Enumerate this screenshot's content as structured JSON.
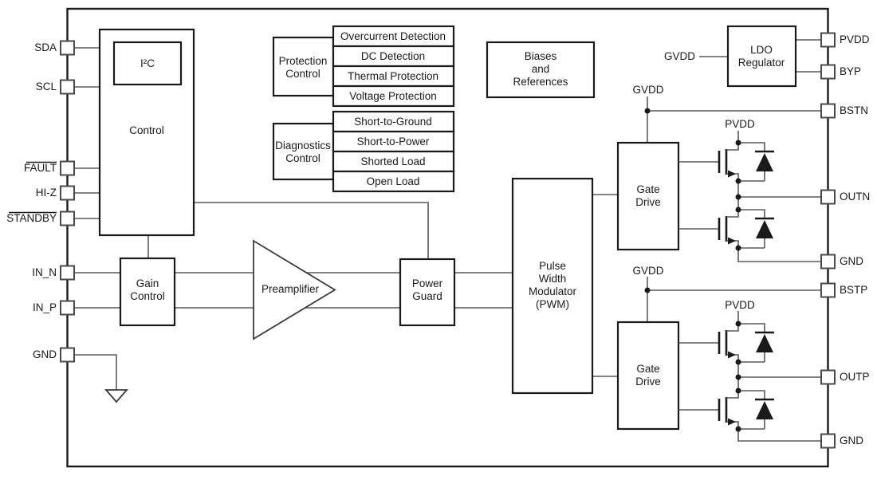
{
  "colors": {
    "background": "#ffffff",
    "wire": "#5a5a5a",
    "box_border": "#1a1a1a",
    "text": "#1a1a1a"
  },
  "pins": {
    "left": [
      {
        "label": "SDA",
        "overline": false
      },
      {
        "label": "SCL",
        "overline": false
      },
      {
        "label": "FAULT",
        "overline": true
      },
      {
        "label": "HI-Z",
        "overline": false
      },
      {
        "label": "STANDBY",
        "overline": true
      },
      {
        "label": "IN_N",
        "overline": false
      },
      {
        "label": "IN_P",
        "overline": false
      },
      {
        "label": "GND",
        "overline": false
      }
    ],
    "right": [
      {
        "label": "PVDD"
      },
      {
        "label": "BYP"
      },
      {
        "label": "BSTN"
      },
      {
        "label": "OUTN"
      },
      {
        "label": "GND"
      },
      {
        "label": "BSTP"
      },
      {
        "label": "OUTP"
      },
      {
        "label": "GND"
      }
    ]
  },
  "blocks": {
    "control": {
      "label": "Control"
    },
    "i2c": {
      "label": "I²C"
    },
    "protection_control": {
      "lines": [
        "Protection",
        "Control"
      ]
    },
    "protection_functions": [
      "Overcurrent Detection",
      "DC Detection",
      "Thermal Protection",
      "Voltage Protection"
    ],
    "diagnostics_control": {
      "lines": [
        "Diagnostics",
        "Control"
      ]
    },
    "diagnostics_functions": [
      "Short-to-Ground",
      "Short-to-Power",
      "Shorted Load",
      "Open Load"
    ],
    "biases": {
      "lines": [
        "Biases",
        "and",
        "References"
      ]
    },
    "ldo_regulator": {
      "lines": [
        "LDO",
        "Regulator"
      ]
    },
    "gain_control": {
      "lines": [
        "Gain",
        "Control"
      ]
    },
    "preamplifier": {
      "label": "Preamplifier"
    },
    "power_guard": {
      "lines": [
        "Power",
        "Guard"
      ]
    },
    "pwm": {
      "lines": [
        "Pulse",
        "Width",
        "Modulator",
        "(PWM)"
      ]
    },
    "gate_drive_outn": {
      "lines": [
        "Gate",
        "Drive"
      ]
    },
    "gate_drive_outp": {
      "lines": [
        "Gate",
        "Drive"
      ]
    }
  },
  "nets": {
    "gvdd": "GVDD",
    "pvdd": "PVDD"
  }
}
